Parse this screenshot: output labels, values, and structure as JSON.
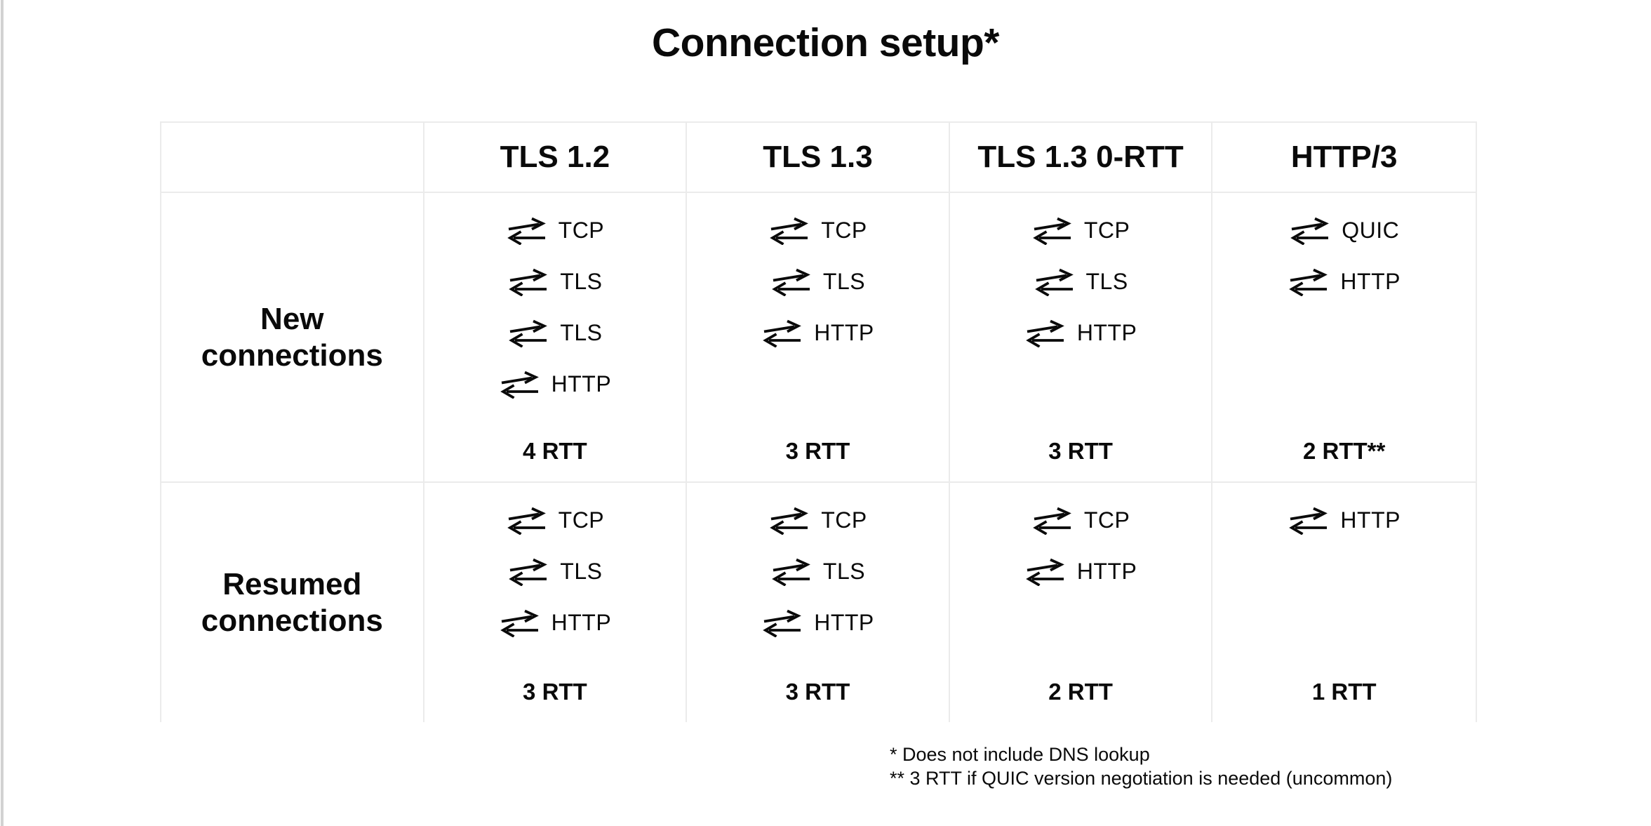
{
  "page": {
    "title": "Connection setup*",
    "footnote_1": "* Does not include DNS lookup",
    "footnote_2": "** 3 RTT if QUIC version negotiation is needed (uncommon)"
  },
  "colors": {
    "background": "#ffffff",
    "text": "#0a0a0a",
    "table_border": "#ebebeb",
    "page_edge": "#d2d2d2"
  },
  "icons": {
    "exchange": "exchange-arrows-icon"
  },
  "table": {
    "columns": [
      "",
      "TLS 1.2",
      "TLS 1.3",
      "TLS 1.3 0-RTT",
      "HTTP/3"
    ],
    "rows": [
      {
        "label": "New connections",
        "cells": [
          {
            "protocols": [
              "TCP",
              "TLS",
              "TLS",
              "HTTP"
            ],
            "rtt": "4 RTT"
          },
          {
            "protocols": [
              "TCP",
              "TLS",
              "HTTP"
            ],
            "rtt": "3 RTT"
          },
          {
            "protocols": [
              "TCP",
              "TLS",
              "HTTP"
            ],
            "rtt": "3 RTT"
          },
          {
            "protocols": [
              "QUIC",
              "HTTP"
            ],
            "rtt": "2 RTT**"
          }
        ]
      },
      {
        "label": "Resumed connections",
        "cells": [
          {
            "protocols": [
              "TCP",
              "TLS",
              "HTTP"
            ],
            "rtt": "3 RTT"
          },
          {
            "protocols": [
              "TCP",
              "TLS",
              "HTTP"
            ],
            "rtt": "3 RTT"
          },
          {
            "protocols": [
              "TCP",
              "HTTP"
            ],
            "rtt": "2 RTT"
          },
          {
            "protocols": [
              "HTTP"
            ],
            "rtt": "1 RTT"
          }
        ]
      }
    ]
  }
}
